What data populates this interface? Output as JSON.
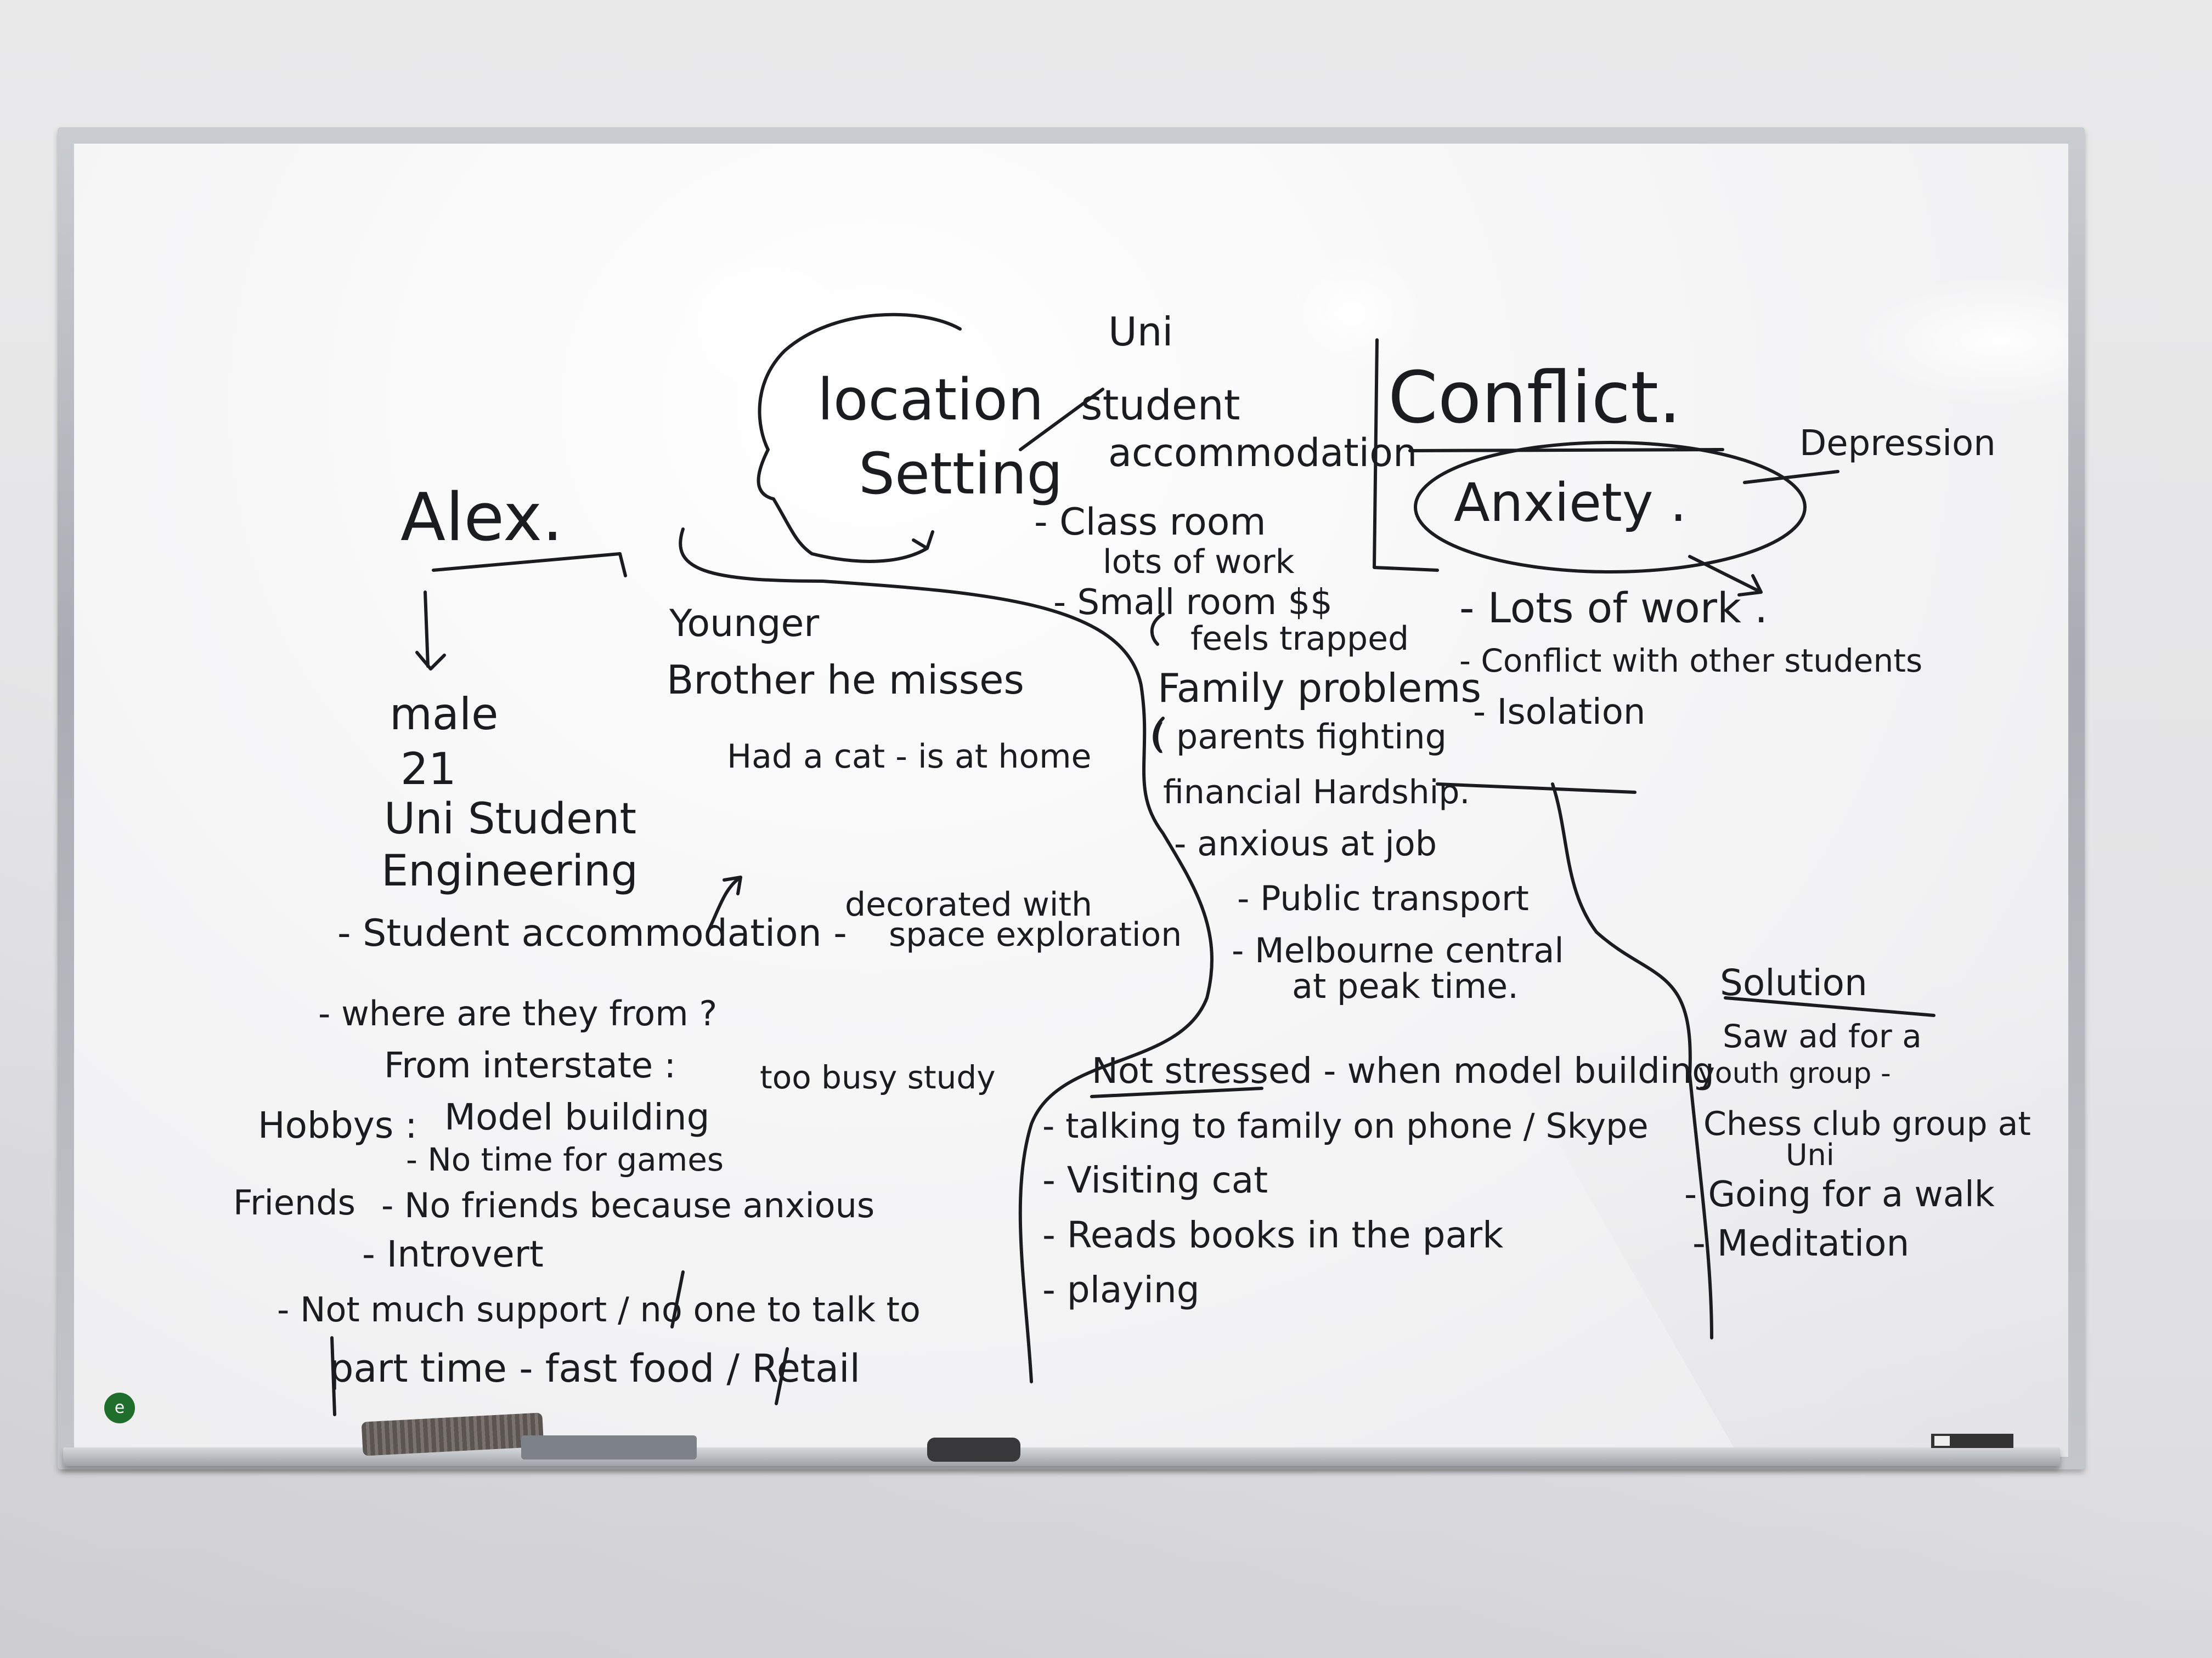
{
  "board": {
    "alex": {
      "name": "Alex.",
      "details": [
        "male",
        "21",
        "Uni Student",
        "Engineering"
      ],
      "accommodation": "- Student accommodation -",
      "decorated": [
        "decorated with",
        "space exploration"
      ],
      "where_from_q": "- where are they from ?",
      "where_from_a": "From interstate :",
      "too_busy": "too busy study",
      "hobbys_label": "Hobbys :",
      "hobbys_value": "Model building",
      "no_time": "- No time for games",
      "friends_label": "Friends",
      "friends_value": "- No friends because anxious",
      "introvert": "- Introvert",
      "support": "- Not much support / no one to talk to",
      "part_time": "part time - fast food / Retail"
    },
    "brother": [
      "Younger",
      "Brother he misses"
    ],
    "cat": "Had a cat - is at home",
    "location": {
      "title_1": "location",
      "title_2": "Setting",
      "uni_lines": [
        "Uni",
        "student",
        "accommodation"
      ],
      "items": [
        "- Class room",
        "lots of work",
        "- Small room  $$",
        "feels trapped",
        "Family problems",
        "( parents fighting",
        "financial Hardship.",
        "- anxious at job",
        "- Public transport",
        "- Melbourne central",
        "at peak time."
      ]
    },
    "not_stressed": {
      "title": "Not stressed - when model building",
      "items": [
        "- talking to family on phone / Skype",
        "- Visiting cat",
        "- Reads books in the park",
        "- playing"
      ]
    },
    "conflict": {
      "title": "Conflict.",
      "anxiety": "Anxiety .",
      "depression": "Depression",
      "items": [
        "- Lots of work .",
        "- Conflict with other students",
        "- Isolation"
      ]
    },
    "solution": {
      "title": "Solution",
      "items": [
        "Saw ad for a",
        "youth group -",
        "Chess club group at",
        "Uni",
        "- Going for a walk",
        "- Meditation"
      ]
    }
  },
  "colors": {
    "ink": "#1b1c20",
    "board": "#f6f6f7",
    "frame": "#b7babf"
  }
}
